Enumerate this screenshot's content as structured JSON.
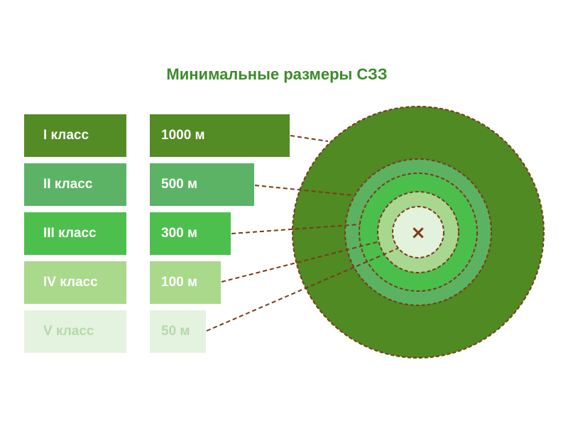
{
  "title": "Минимальные размеры СЗЗ",
  "center_marker": "×",
  "rows": [
    {
      "class_label": "I класс",
      "distance": "1000 м",
      "color": "#538b25",
      "text_color": "#ffffff"
    },
    {
      "class_label": "II класс",
      "distance": "500 м",
      "color": "#5cb366",
      "text_color": "#ffffff"
    },
    {
      "class_label": "III класс",
      "distance": "300 м",
      "color": "#4dbf4d",
      "text_color": "#ffffff"
    },
    {
      "class_label": "IV класс",
      "distance": "100 м",
      "color": "#a9d98a",
      "text_color": "#ffffff"
    },
    {
      "class_label": "V класс",
      "distance": "50 м",
      "color": "#e4f3df",
      "text_color": "#b5d9ac"
    }
  ],
  "colors": {
    "title": "#3d8b2b",
    "ring_outer": "#4f8a22",
    "ring_2": "#5bb361",
    "ring_3": "#4bbf4b",
    "ring_4": "#a8d790",
    "ring_5": "#e2f2dc",
    "dashed_line": "#7a3b1a",
    "marker": "#7a3b1a"
  }
}
